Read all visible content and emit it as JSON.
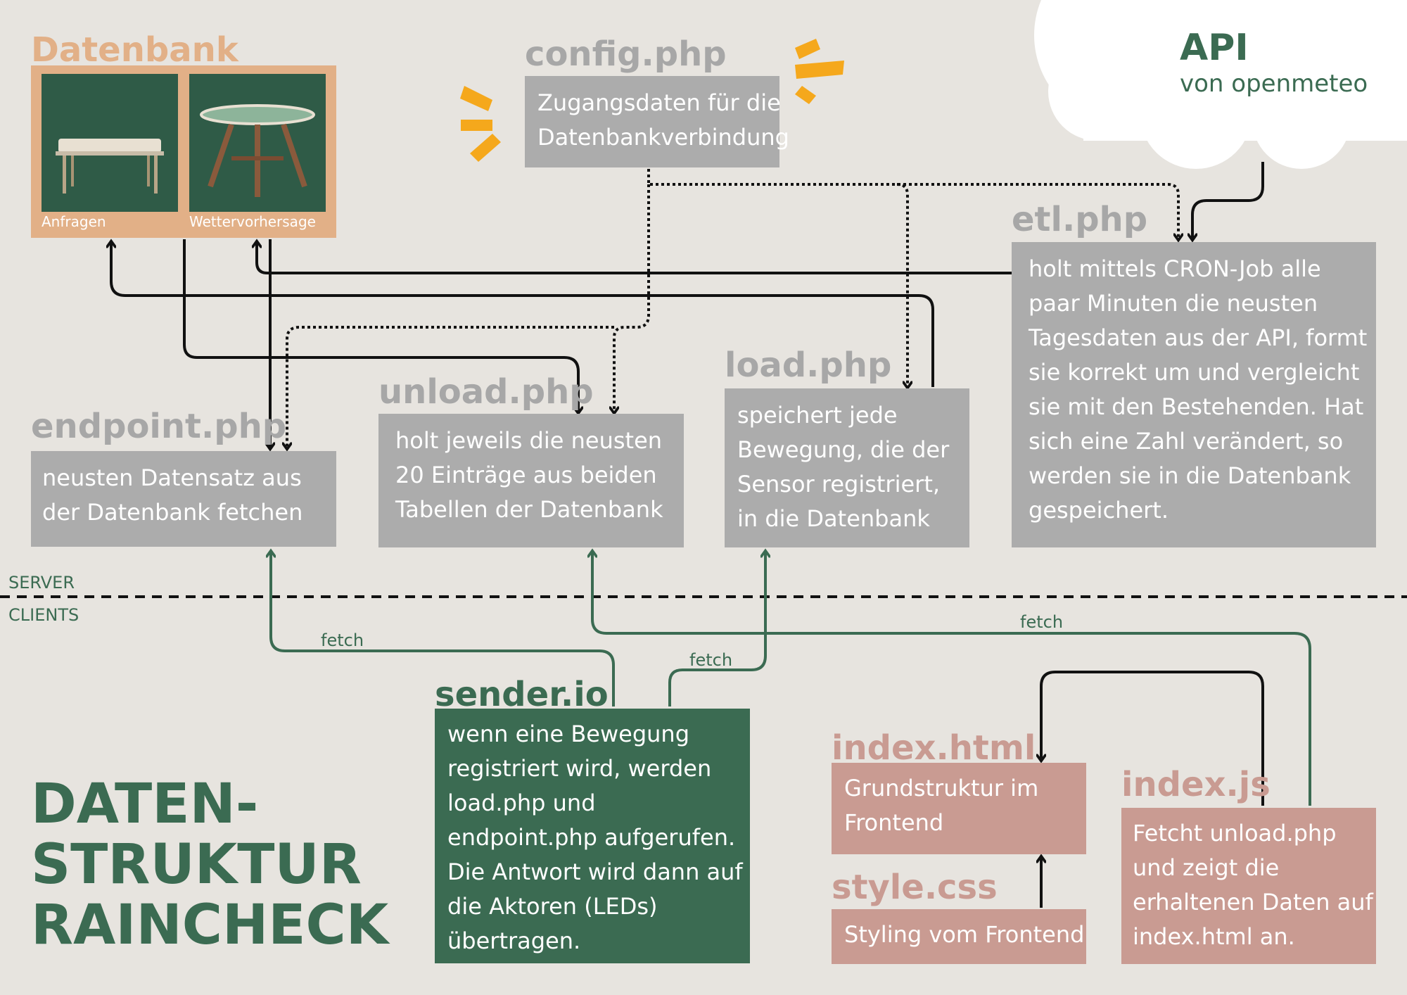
{
  "colors": {
    "background": "#e7e4df",
    "server_box": "#acacac",
    "server_title": "#a7a7a7",
    "client_green": "#3b6b52",
    "client_pink": "#c99b92",
    "database_frame": "#e2b087",
    "arrow_black": "#111111",
    "arrow_green": "#3b6b52",
    "spark_orange": "#f5a81c",
    "cloud": "#ffffff"
  },
  "api": {
    "title": "API",
    "subtitle": "von openmeteo"
  },
  "database": {
    "title": "Datenbank",
    "tables": [
      {
        "label": "Anfragen",
        "icon": "bench-icon"
      },
      {
        "label": "Wettervorhersage",
        "icon": "round-table-icon"
      }
    ]
  },
  "config": {
    "title": "config.php",
    "lines": [
      "Zugangsdaten für die",
      "Datenbankverbindung"
    ]
  },
  "etl": {
    "title": "etl.php",
    "lines": [
      "holt mittels CRON-Job alle",
      "paar Minuten die neusten",
      "Tagesdaten aus der API, formt",
      "sie korrekt um und vergleicht",
      "sie mit den Bestehenden. Hat",
      "sich eine Zahl verändert, so",
      "werden sie in die Datenbank",
      "gespeichert."
    ]
  },
  "endpoint": {
    "title": "endpoint.php",
    "lines": [
      "neusten Datensatz aus",
      "der Datenbank fetchen"
    ]
  },
  "unload": {
    "title": "unload.php",
    "lines": [
      "holt jeweils die neusten",
      "20 Einträge aus beiden",
      "Tabellen der Datenbank"
    ]
  },
  "load": {
    "title": "load.php",
    "lines": [
      "speichert jede",
      "Bewegung, die der",
      "Sensor registriert,",
      "in die Datenbank"
    ]
  },
  "divider": {
    "top_label": "SERVER",
    "bottom_label": "CLIENTS"
  },
  "fetch_labels": [
    "fetch",
    "fetch",
    "fetch"
  ],
  "sender": {
    "title": "sender.io",
    "lines": [
      "wenn eine Bewegung",
      "registriert wird, werden",
      "load.php und",
      "endpoint.php aufgerufen.",
      "Die Antwort wird dann auf",
      "die Aktoren (LEDs)",
      "übertragen."
    ]
  },
  "index_html": {
    "title": "index.html",
    "lines": [
      "Grundstruktur im",
      "Frontend"
    ]
  },
  "style_css": {
    "title": "style.css",
    "lines": [
      "Styling vom Frontend"
    ]
  },
  "index_js": {
    "title": "index.js",
    "lines": [
      "Fetcht unload.php",
      "und zeigt die",
      "erhaltenen Daten auf",
      "index.html an."
    ]
  },
  "page_title": {
    "lines": [
      "DATEN-",
      "STRUKTUR",
      "RAINCHECK"
    ]
  }
}
